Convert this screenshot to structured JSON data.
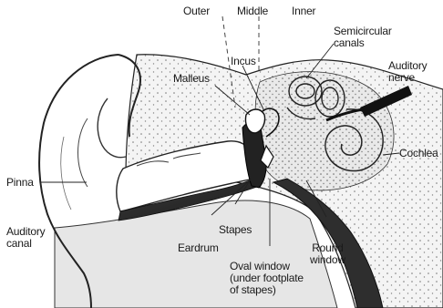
{
  "diagram": {
    "regions": {
      "outer": "Outer",
      "middle": "Middle",
      "inner": "Inner"
    },
    "labels": {
      "semicircular_line1": "Semicircular",
      "semicircular_line2": "canals",
      "incus": "Incus",
      "malleus": "Malleus",
      "auditory_nerve_line1": "Auditory",
      "auditory_nerve_line2": "nerve",
      "cochlea": "Cochlea",
      "pinna": "Pinna",
      "auditory_canal_line1": "Auditory",
      "auditory_canal_line2": "canal",
      "stapes": "Stapes",
      "eardrum": "Eardrum",
      "round_window_line1": "Round",
      "round_window_line2": "window",
      "oval_window_line1": "Oval window",
      "oval_window_line2": "(under footplate",
      "oval_window_line3": "of stapes)"
    }
  }
}
